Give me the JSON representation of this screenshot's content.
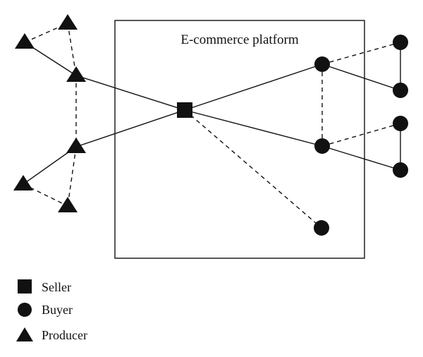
{
  "platform": {
    "title": "E-commerce platform"
  },
  "legend": {
    "seller": "Seller",
    "buyer": "Buyer",
    "producer": "Producer"
  }
}
